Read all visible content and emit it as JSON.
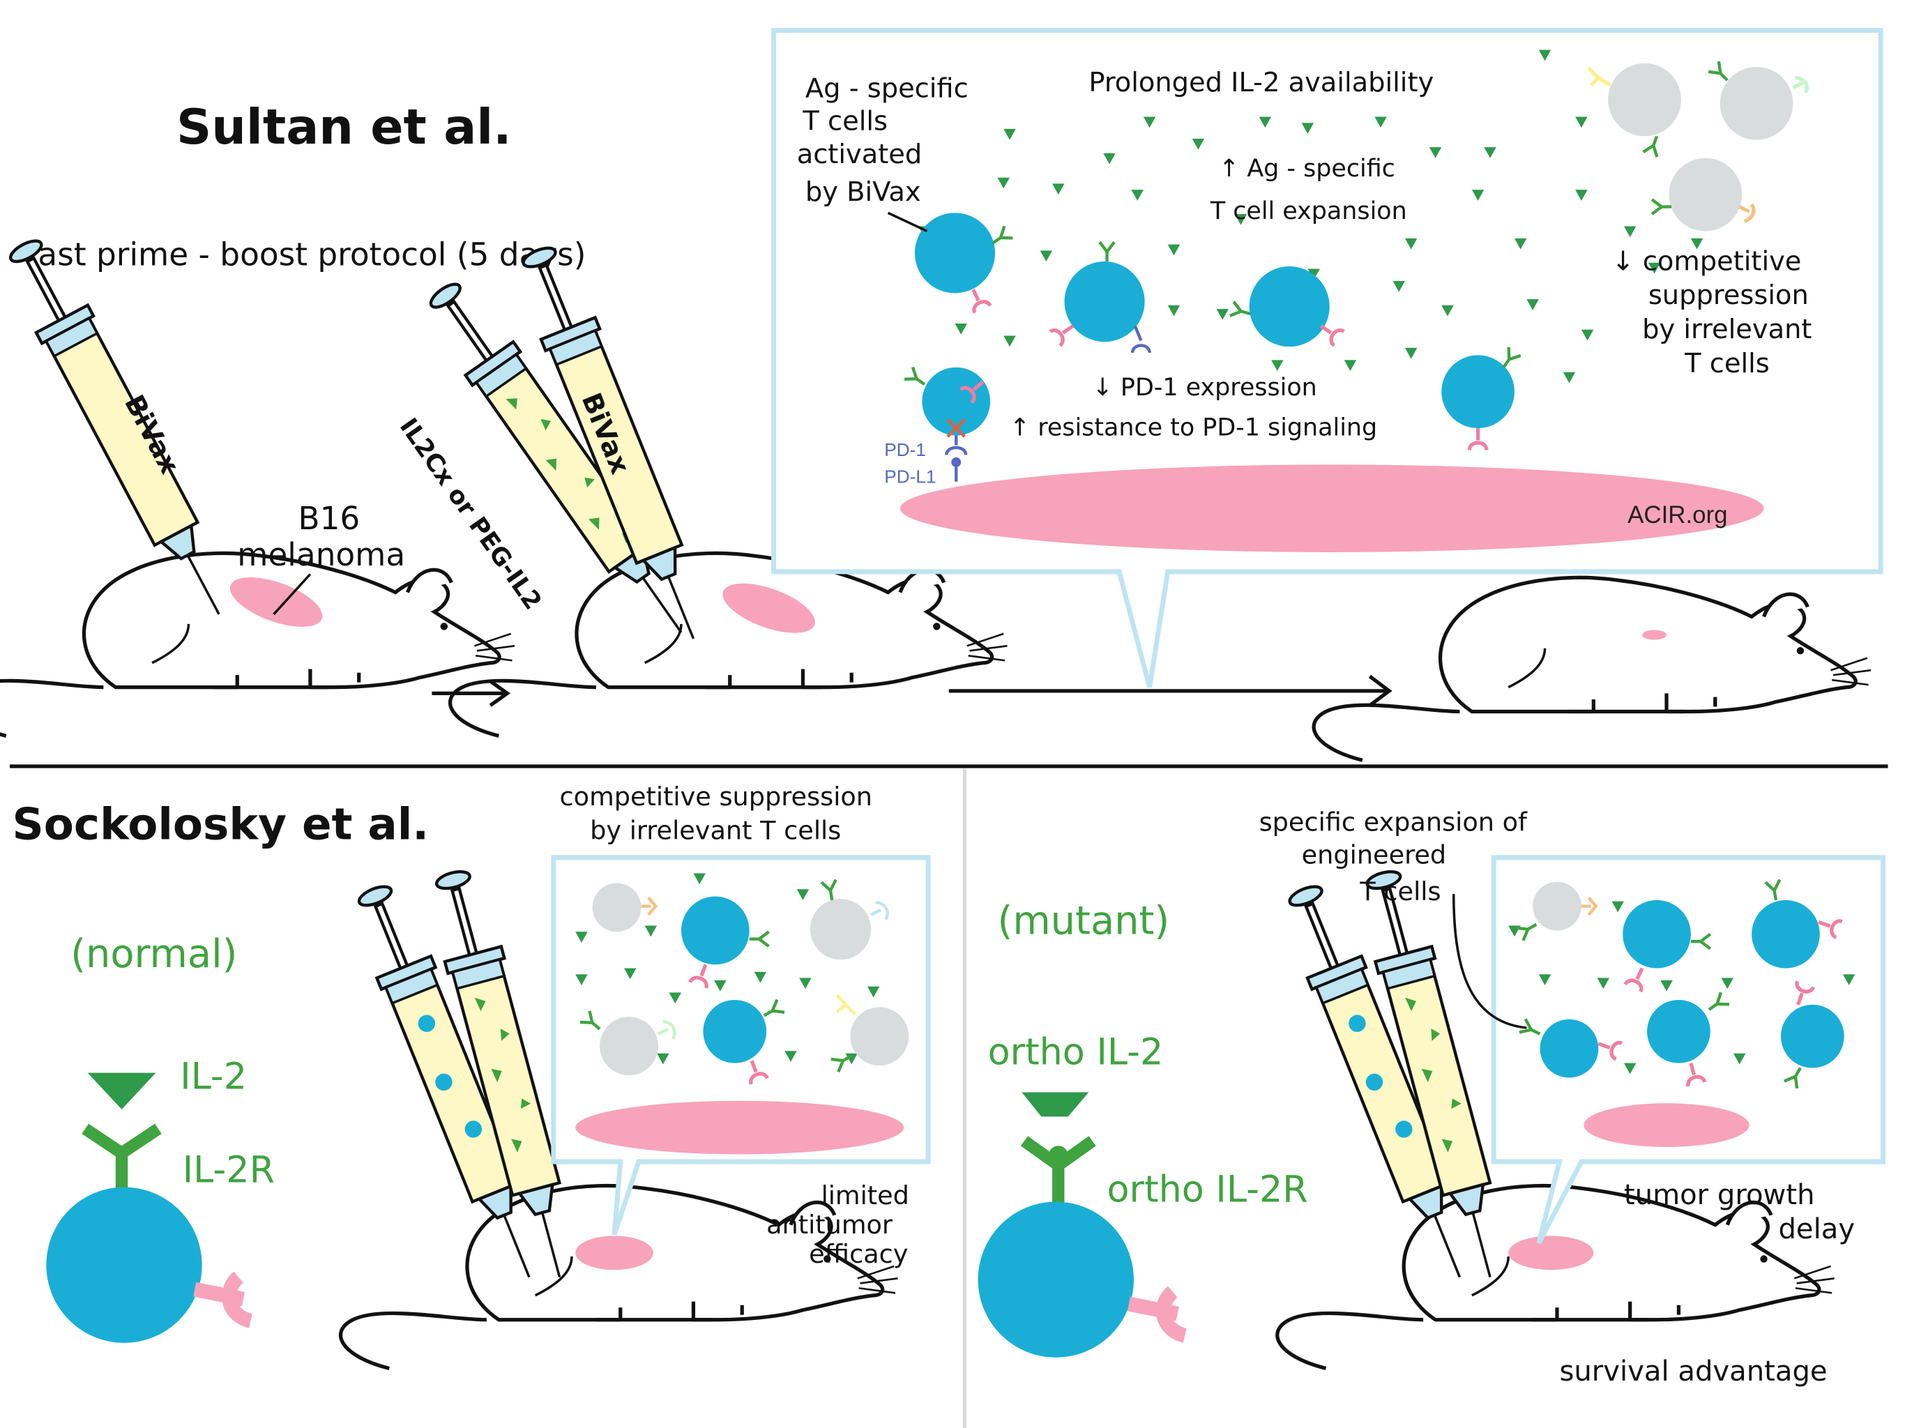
{
  "colors": {
    "t_cell": "#1aaed6",
    "irrelevant_cell": "#d8dcdc",
    "tumor": "#f7a3bb",
    "il2": "#2e9a4a",
    "receptor": "#3fa33f",
    "tcr_pink": "#f07ea0",
    "pd1": "#5668c4",
    "syringe_fill": "#fdf8c6",
    "needle": "#bfe4f2",
    "panel_border": "#bfe4f2",
    "label_green": "#3fa33f"
  },
  "top": {
    "title": "Sultan et al.",
    "protocol": "fast prime - boost protocol (5 days)",
    "syringe1_label": "BiVax",
    "syringe2_label": "IL2Cx or PEG-IL2",
    "syringe3_label": "BiVax",
    "tumor_label_line1": "B16",
    "tumor_label_line2": "melanoma",
    "panel": {
      "ag_line1": "Ag - specific",
      "ag_line2": "T cells",
      "ag_line3": "activated",
      "ag_line4": "by BiVax",
      "prolonged": "Prolonged IL-2 availability",
      "expansion_line1": "↑ Ag - specific",
      "expansion_line2": "T cell expansion",
      "competitive_line1": "↓ competitive",
      "competitive_line2": "suppression",
      "competitive_line3": "by irrelevant",
      "competitive_line4": "T cells",
      "pd1_expression": "↓ PD-1 expression",
      "resistance": "↑ resistance to PD-1 signaling",
      "pd1_label": "PD-1",
      "pdl1_label": "PD-L1",
      "watermark": "ACIR.org"
    }
  },
  "bottom": {
    "title": "Sockolosky et al.",
    "left": {
      "normal": "(normal)",
      "il2": "IL-2",
      "il2r": "IL-2R",
      "comp_line1": "competitive suppression",
      "comp_line2": "by irrelevant T cells",
      "limited_line1": "limited",
      "limited_line2": "antitumor",
      "limited_line3": "efficacy"
    },
    "right": {
      "mutant": "(mutant)",
      "ortho_il2": "ortho IL-2",
      "ortho_il2r": "ortho IL-2R",
      "spec_line1": "specific expansion of",
      "spec_line2": "engineered",
      "spec_line3": "T cells",
      "tumor_growth_line1": "tumor growth",
      "tumor_growth_line2": "delay",
      "survival": "survival advantage"
    }
  }
}
